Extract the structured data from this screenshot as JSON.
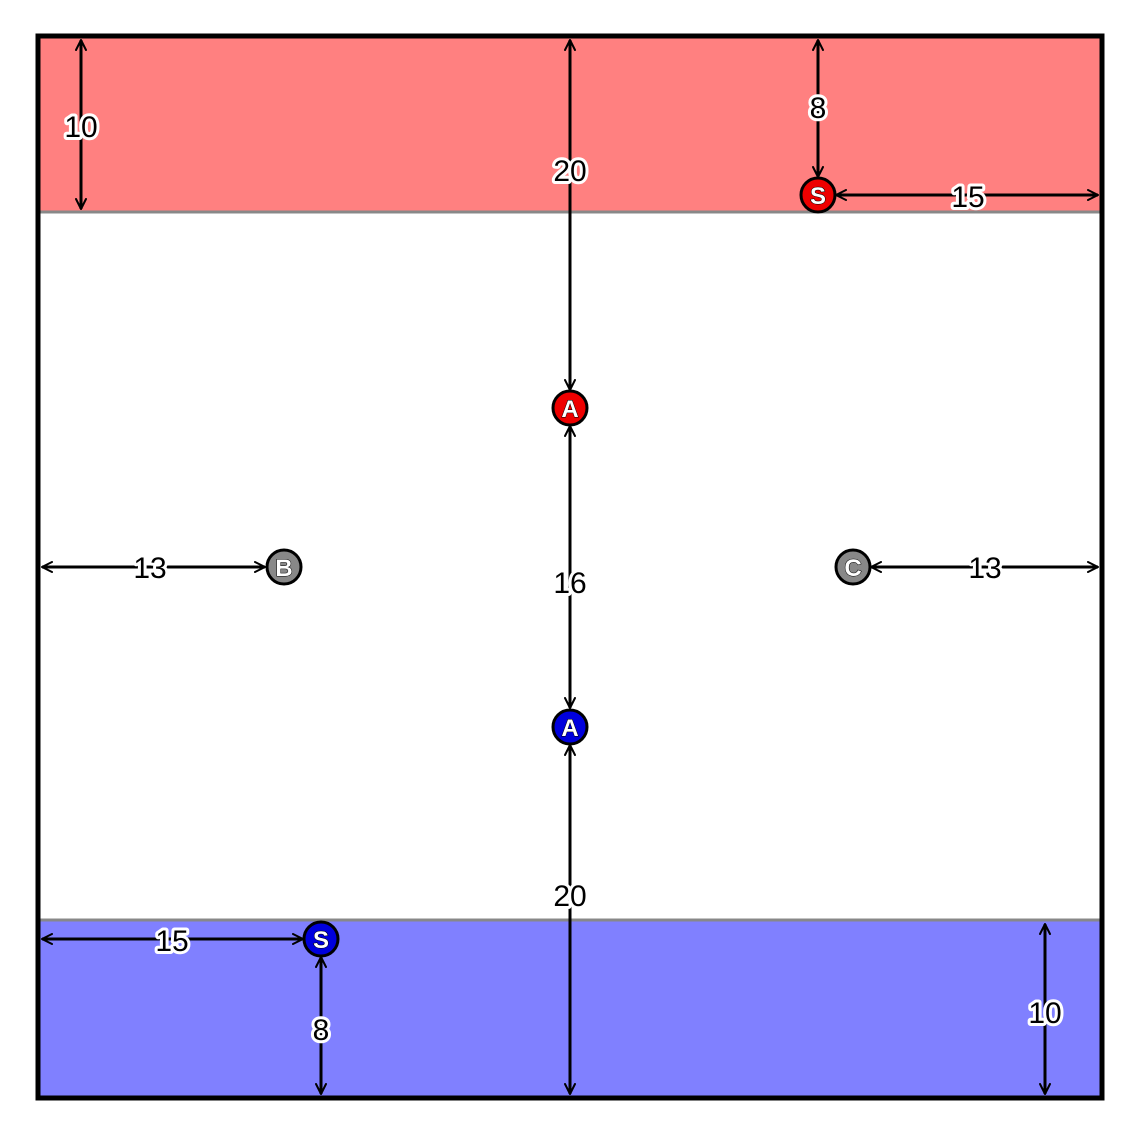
{
  "colors": {
    "red_zone": "#ff8080",
    "blue_zone": "#8080ff",
    "zone_line": "#888888",
    "border": "#000000",
    "marker_red": "#ee0000",
    "marker_blue": "#0000dd",
    "marker_gray": "#888888"
  },
  "markers": {
    "red_s": "S",
    "red_a": "A",
    "blue_a": "A",
    "blue_s": "S",
    "b": "B",
    "c": "C"
  },
  "dimensions": {
    "top_zone_depth": "10",
    "top_to_red_a": "20",
    "red_s_from_top": "8",
    "red_s_from_right": "15",
    "b_from_left": "13",
    "c_from_right": "13",
    "a_to_a": "16",
    "bottom_to_blue_a": "20",
    "blue_s_from_left": "15",
    "blue_s_from_bottom": "8",
    "bottom_zone_depth": "10"
  }
}
